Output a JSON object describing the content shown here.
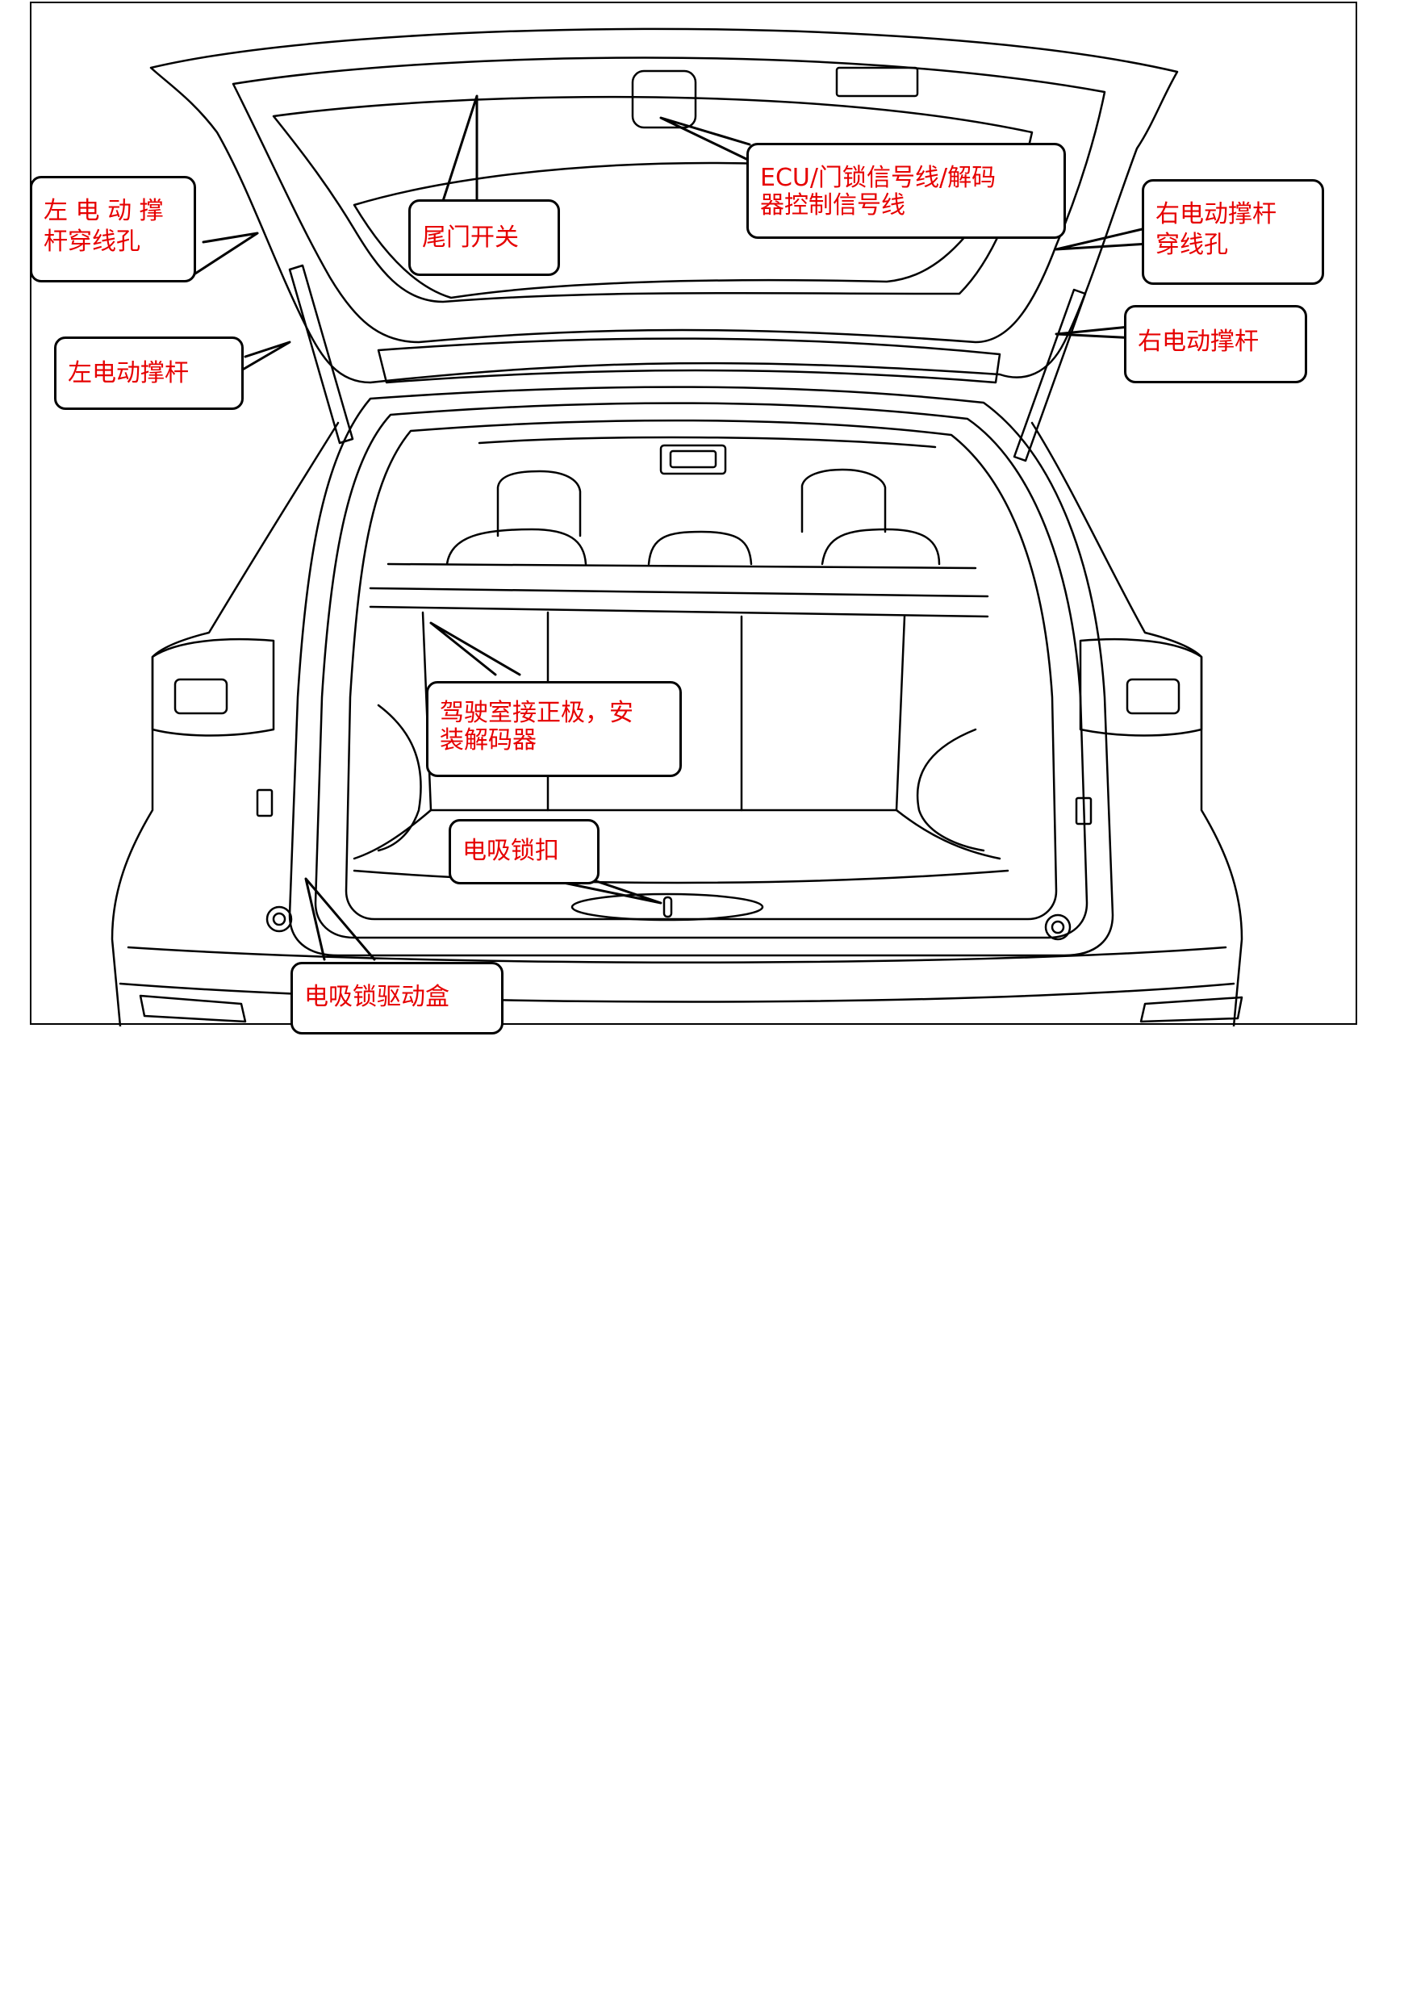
{
  "diagram": {
    "labels": {
      "left_strut_hole": "左 电 动 撑\n杆穿线孔",
      "tailgate_switch": "尾门开关",
      "ecu_signal": "ECU/门锁信号线/解码\n器控制信号线",
      "right_strut_hole": "右电动撑杆\n穿线孔",
      "left_strut": "左电动撑杆",
      "right_strut": "右电动撑杆",
      "cabin_positive": "驾驶室接正极，安\n装解码器",
      "latch_striker": "电吸锁扣",
      "latch_drive_box": "电吸锁驱动盒"
    },
    "colors": {
      "label_text": "#e60000",
      "line": "#000000",
      "background": "#ffffff"
    }
  }
}
